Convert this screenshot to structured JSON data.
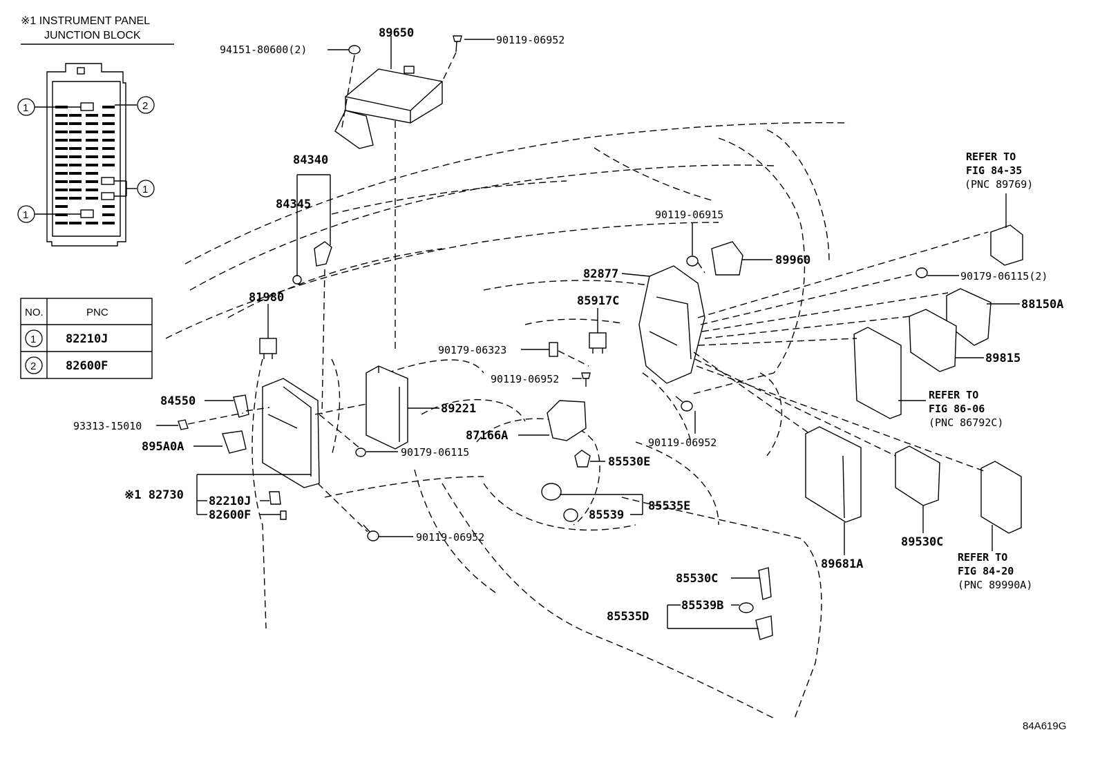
{
  "legend": {
    "title_line1": "※1 INSTRUMENT PANEL",
    "title_line2": "JUNCTION BLOCK",
    "callouts": [
      "1",
      "2",
      "1",
      "1"
    ]
  },
  "table": {
    "col_no": "NO.",
    "col_pnc": "PNC",
    "rows": [
      {
        "no": "1",
        "pnc": "82210J"
      },
      {
        "no": "2",
        "pnc": "82600F"
      }
    ]
  },
  "labels": {
    "p89650": "89650",
    "p90119_top": "90119-06952",
    "p94151": "94151-80600(2)",
    "p84340": "84340",
    "p84345": "84345",
    "p81980": "81980",
    "p84550": "84550",
    "p93313": "93313-15010",
    "p895A0A": "895A0A",
    "p82730": "※1 82730",
    "p82210J": "82210J",
    "p82600F": "82600F",
    "p89221": "89221",
    "p90179_a": "90179-06115",
    "p90119_bot": "90119-06952",
    "p90179_06323": "90179-06323",
    "p90119_mid": "90119-06952",
    "p85917C": "85917C",
    "p82877": "82877",
    "p90119_06915": "90119-06915",
    "p89960": "89960",
    "p87166A": "87166A",
    "p85530E": "85530E",
    "p85535E": "85535E",
    "p85539": "85539",
    "p90119_right": "90119-06952",
    "p85530C": "85530C",
    "p85539B": "85539B",
    "p85535D": "85535D",
    "p90179_right": "90179-06115(2)",
    "p88150A": "88150A",
    "p89815": "89815",
    "p89681A": "89681A",
    "p89530C": "89530C"
  },
  "refs": {
    "r1": [
      "REFER TO",
      "FIG 84-35",
      "(PNC 89769)"
    ],
    "r2": [
      "REFER TO",
      "FIG 86-06",
      "(PNC 86792C)"
    ],
    "r3": [
      "REFER TO",
      "FIG 84-20",
      "(PNC 89990A)"
    ]
  },
  "figure_id": "84A619G"
}
